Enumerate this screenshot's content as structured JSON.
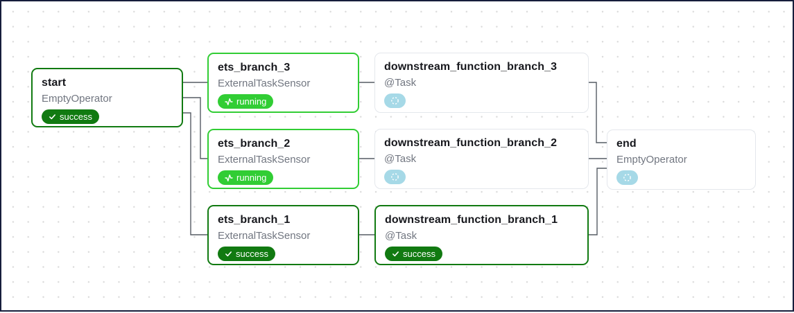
{
  "diagram": {
    "type": "dag-graph",
    "nodes": [
      {
        "id": "start",
        "title": "start",
        "operator": "EmptyOperator",
        "status": "success",
        "status_label": "success"
      },
      {
        "id": "ets_branch_3",
        "title": "ets_branch_3",
        "operator": "ExternalTaskSensor",
        "status": "running",
        "status_label": "running"
      },
      {
        "id": "ets_branch_2",
        "title": "ets_branch_2",
        "operator": "ExternalTaskSensor",
        "status": "running",
        "status_label": "running"
      },
      {
        "id": "ets_branch_1",
        "title": "ets_branch_1",
        "operator": "ExternalTaskSensor",
        "status": "success",
        "status_label": "success"
      },
      {
        "id": "downstream_function_branch_3",
        "title": "downstream_function_branch_3",
        "operator": "@Task",
        "status": "none",
        "status_label": ""
      },
      {
        "id": "downstream_function_branch_2",
        "title": "downstream_function_branch_2",
        "operator": "@Task",
        "status": "none",
        "status_label": ""
      },
      {
        "id": "downstream_function_branch_1",
        "title": "downstream_function_branch_1",
        "operator": "@Task",
        "status": "success",
        "status_label": "success"
      },
      {
        "id": "end",
        "title": "end",
        "operator": "EmptyOperator",
        "status": "none",
        "status_label": ""
      }
    ],
    "edges": [
      {
        "from": "start",
        "to": "ets_branch_3"
      },
      {
        "from": "start",
        "to": "ets_branch_2"
      },
      {
        "from": "start",
        "to": "ets_branch_1"
      },
      {
        "from": "ets_branch_3",
        "to": "downstream_function_branch_3"
      },
      {
        "from": "ets_branch_2",
        "to": "downstream_function_branch_2"
      },
      {
        "from": "ets_branch_1",
        "to": "downstream_function_branch_1"
      },
      {
        "from": "downstream_function_branch_3",
        "to": "end"
      },
      {
        "from": "downstream_function_branch_2",
        "to": "end"
      },
      {
        "from": "downstream_function_branch_1",
        "to": "end"
      }
    ]
  },
  "colors": {
    "success": "#117a11",
    "running": "#31cd34",
    "none": "#a6d9e7",
    "edge": "#555b63",
    "frame": "#161d3b",
    "dot": "#dadada"
  }
}
